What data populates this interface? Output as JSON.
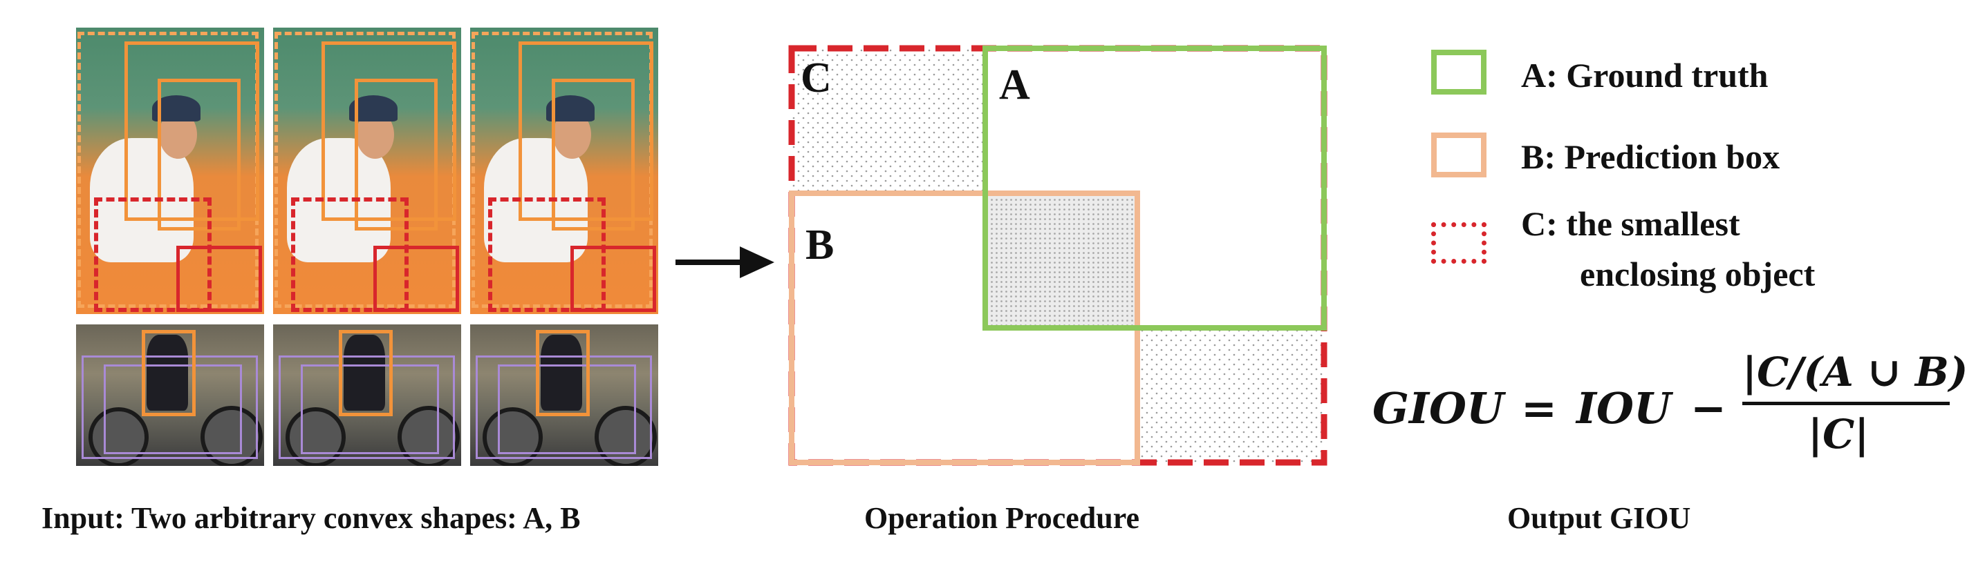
{
  "diagram": {
    "region_labels": {
      "a": "A",
      "b": "B",
      "c": "C"
    },
    "legend": [
      {
        "text": "A: Ground truth",
        "color": "#8cc85a",
        "style": "solid"
      },
      {
        "text": "B: Prediction box",
        "color": "#f2b890",
        "style": "solid"
      },
      {
        "text": "C: the smallest",
        "text2": "enclosing object",
        "color": "#d8262c",
        "style": "dotted"
      }
    ],
    "formula": {
      "lhs": "GIOU",
      "eq": "=",
      "term": "IOU",
      "minus": "−",
      "numerator": "|C/(A ∪ B)|",
      "denominator": "|C|"
    },
    "captions": {
      "input": "Input: Two arbitrary convex shapes: A, B",
      "operation": "Operation Procedure",
      "output": "Output GIOU"
    },
    "colors": {
      "ground_truth": "#8cc85a",
      "prediction": "#f2b890",
      "enclosing": "#d8262c",
      "thumb_orange": "#f2933a",
      "thumb_purple": "#a98ad6"
    }
  }
}
